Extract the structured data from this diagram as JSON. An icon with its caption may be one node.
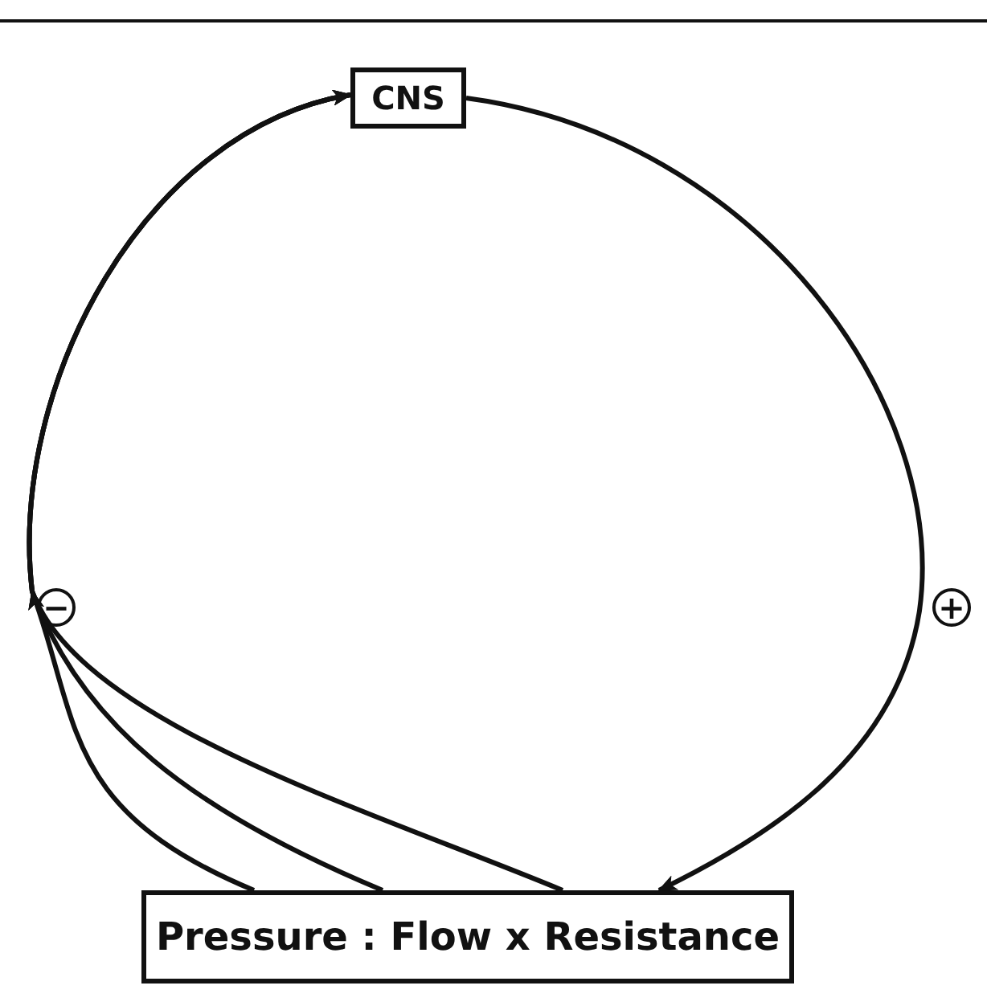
{
  "diagram": {
    "nodes": [
      {
        "text": [
          "CNS"
        ]
      },
      {
        "text": [
          "Pressure : Flow x Resistance"
        ]
      }
    ],
    "edges": [
      {
        "from": 0,
        "to": 1,
        "arrow": "to"
      },
      {
        "from": 1,
        "to": 0,
        "arrow": "to"
      },
      {
        "from": 1,
        "to": 0,
        "arrow": "to"
      },
      {
        "from": 1,
        "to": 0,
        "arrow": "to"
      }
    ],
    "labels": [
      "−",
      "+"
    ]
  }
}
